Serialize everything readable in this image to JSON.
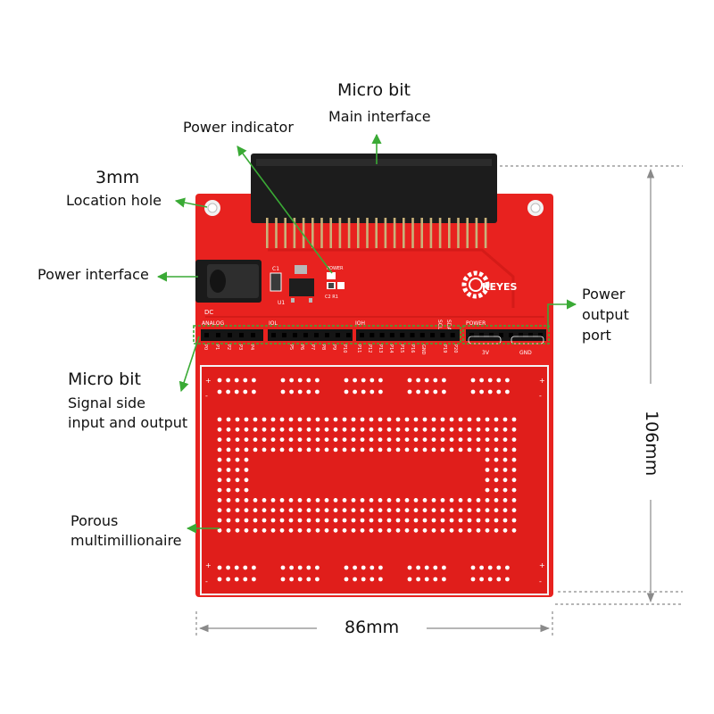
{
  "labels": {
    "micro_bit_top_title": "Micro bit",
    "micro_bit_top_sub": "Main interface",
    "power_indicator": "Power indicator",
    "hole_title": "3mm",
    "hole_sub": "Location hole",
    "power_interface": "Power interface",
    "power_output_line1": "Power",
    "power_output_line2": "output",
    "power_output_line3": "port",
    "signal_title": "Micro bit",
    "signal_line1": "Signal side",
    "signal_line2": "input and output",
    "porous_line1": "Porous",
    "porous_line2": "multimillionaire"
  },
  "dimensions": {
    "height": "106mm",
    "width": "86mm"
  },
  "board": {
    "brand": "KEYES",
    "silk_dc": "DC",
    "silk_c1": "C1",
    "silk_u1": "U1",
    "silk_pwr": "POWER",
    "silk_c2r1": "C2 R1",
    "silk_analog": "ANALOG",
    "silk_iol": "IOL",
    "silk_ioh": "IOH",
    "silk_scl": "SCL",
    "silk_sda": "SDA",
    "silk_power": "POWER",
    "silk_3v": "3V",
    "silk_gnd": "GND",
    "pins_analog": [
      "P0",
      "P1",
      "P2",
      "P3",
      "P4"
    ],
    "pins_iol": [
      "P5",
      "P6",
      "P7",
      "P8",
      "P9",
      "P10"
    ],
    "pins_ioh": [
      "P11",
      "P12",
      "P13",
      "P14",
      "P15",
      "P16",
      "GND"
    ],
    "pins_i2c": [
      "P19",
      "P20"
    ]
  },
  "colors": {
    "board_red": "#e8221f",
    "board_dark": "#c81512",
    "connector_black": "#1c1c1c",
    "pin_gold": "#c9b27a",
    "arrow_green": "#3aaa35",
    "dim_gray": "#8a8a8a"
  }
}
